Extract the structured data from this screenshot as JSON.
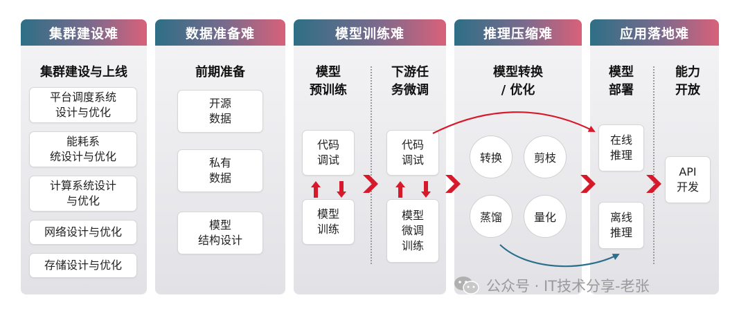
{
  "columns": [
    {
      "header": "集群建设难",
      "subtitle": "集群建设与上线",
      "items": [
        "平台调度系统\n设计与优化",
        "能耗系\n统设计与优化",
        "计算系统设计\n与优化",
        "网络设计与优化",
        "存储设计与优化"
      ]
    },
    {
      "header": "数据准备难",
      "subtitle": "前期准备",
      "items": [
        "开源\n数据",
        "私有\n数据",
        "模型\n结构设计"
      ]
    },
    {
      "header": "模型训练难",
      "left": {
        "subtitle": "模型\n预训练",
        "top": "代码\n调试",
        "bottom": "模型\n训练"
      },
      "right": {
        "subtitle": "下游任\n务微调",
        "top": "代码\n调试",
        "bottom": "模型\n微调\n训练"
      }
    },
    {
      "header": "推理压缩难",
      "subtitle": "模型转换\n/ 优化",
      "circles": [
        "转换",
        "剪枝",
        "蒸馏",
        "量化"
      ]
    },
    {
      "header": "应用落地难",
      "left": {
        "subtitle": "模型\n部署",
        "top": "在线\n推理",
        "bottom": "离线\n推理"
      },
      "right": {
        "subtitle": "能力\n开放",
        "box": "API\n开发"
      }
    }
  ],
  "colors": {
    "header_start": "#2e6f86",
    "header_end": "#d9617a",
    "accent_red": "#d7192c",
    "arrow_blue": "#2b6f8c"
  },
  "watermark": "公众号 · IT技术分享-老张",
  "icons": [
    "wechat-icon",
    "chevron-right-icon",
    "arrow-up-icon",
    "arrow-down-icon"
  ]
}
